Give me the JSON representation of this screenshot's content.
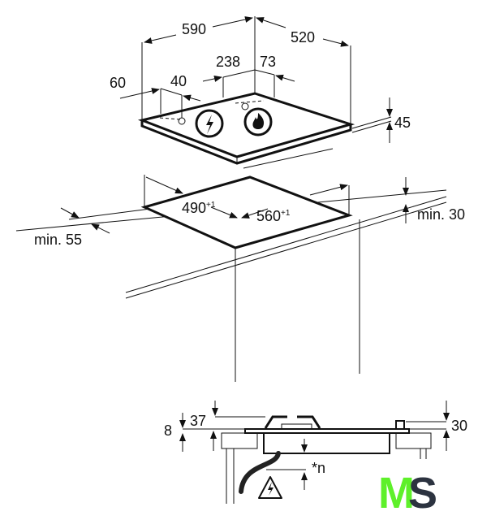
{
  "top_view": {
    "width": "590",
    "depth": "520",
    "offset_238": "238",
    "offset_73": "73",
    "offset_60": "60",
    "offset_40": "40",
    "height": "45"
  },
  "cutout": {
    "width": "560",
    "width_tol": "+1",
    "depth": "490",
    "depth_tol": "+1",
    "min_front": "min. 55",
    "min_back": "min. 30"
  },
  "side_view": {
    "dim_8": "8",
    "dim_37": "37",
    "dim_30": "30",
    "dim_n": "*n"
  },
  "symbols": [
    "electric-icon",
    "flame-icon",
    "electrical-warning-icon"
  ],
  "logo": {
    "text": "MS",
    "color_m": "#5ef02a",
    "color_s": "#2c3340"
  }
}
